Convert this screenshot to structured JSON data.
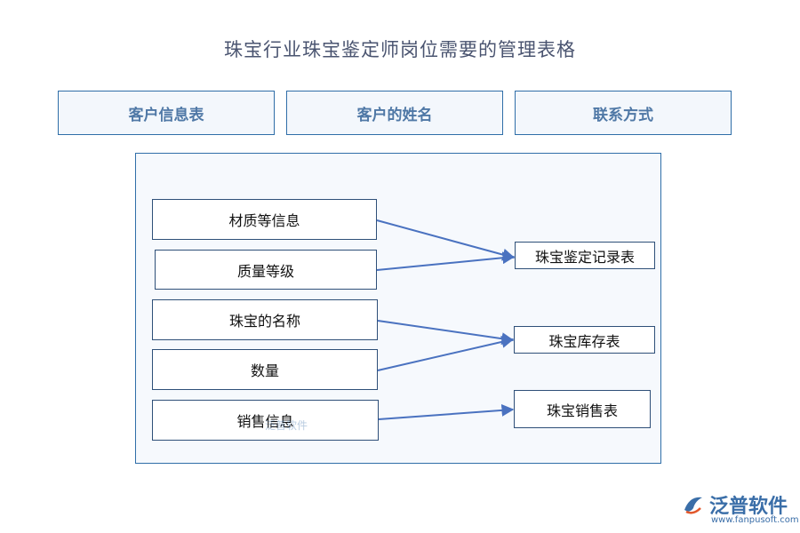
{
  "title": "珠宝行业珠宝鉴定师岗位需要的管理表格",
  "header_boxes": [
    "客户信息表",
    "客户的姓名",
    "联系方式"
  ],
  "inputs": [
    "材质等信息",
    "质量等级",
    "珠宝的名称",
    "数量",
    "销售信息"
  ],
  "outputs": [
    "珠宝鉴定记录表",
    "珠宝库存表",
    "珠宝销售表"
  ],
  "links": [
    {
      "from": "材质等信息",
      "to": "珠宝鉴定记录表"
    },
    {
      "from": "质量等级",
      "to": "珠宝鉴定记录表"
    },
    {
      "from": "珠宝的名称",
      "to": "珠宝库存表"
    },
    {
      "from": "数量",
      "to": "珠宝库存表"
    },
    {
      "from": "销售信息",
      "to": "珠宝销售表"
    }
  ],
  "colors": {
    "arrow": "#4a72c0",
    "border": "#2f6ea8",
    "brand": "#3a6ea8"
  },
  "watermark": "泛普软件",
  "brand": {
    "name": "泛普软件",
    "url": "www.fanpusoft.com"
  }
}
